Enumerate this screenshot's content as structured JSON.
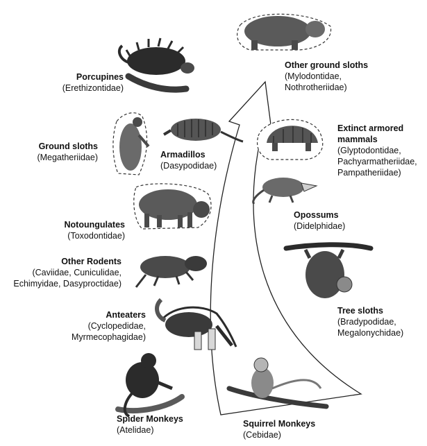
{
  "colors": {
    "ink": "#111111",
    "arrow_stroke": "#222222",
    "silhouette_dark": "#2b2b2b",
    "silhouette_mid": "#5a5a5a",
    "dashed_outline": "#333333"
  },
  "labels": {
    "porcupines": {
      "name": "Porcupines",
      "family": "(Erethizontidae)"
    },
    "ground_sloths": {
      "name": "Ground sloths",
      "family": "(Megatheriidae)"
    },
    "armadillos": {
      "name": "Armadillos",
      "family": "(Dasypodidae)"
    },
    "notoungulates": {
      "name": "Notoungulates",
      "family": "(Toxodontidae)"
    },
    "other_rodents": {
      "name": "Other Rodents",
      "family_lines": [
        "(Caviidae, Cuniculidae,",
        "Echimyidae, Dasyproctidae)"
      ]
    },
    "anteaters": {
      "name": "Anteaters",
      "family_lines": [
        "(Cyclopedidae,",
        "Myrmecophagidae)"
      ]
    },
    "spider_monkeys": {
      "name": "Spider Monkeys",
      "family": "(Atelidae)"
    },
    "squirrel_monkeys": {
      "name": "Squirrel Monkeys",
      "family": "(Cebidae)"
    },
    "other_ground_sloths": {
      "name": "Other ground sloths",
      "family_lines": [
        "(Mylodontidae,",
        "Nothrotheriidae)"
      ]
    },
    "extinct_armored": {
      "name_lines": [
        "Extinct armored",
        "mammals"
      ],
      "family_lines": [
        "(Glyptodontidae,",
        "Pachyarmatheriidae,",
        "Pampatheriidae)"
      ]
    },
    "opossums": {
      "name": "Opossums",
      "family": "(Didelphidae)"
    },
    "tree_sloths": {
      "name": "Tree sloths",
      "family_lines": [
        "(Bradypodidae,",
        "Megalonychidae)"
      ]
    }
  },
  "icons": [
    "porcupine-icon",
    "ground-sloth-icon",
    "armadillo-icon",
    "toxodon-icon",
    "rodent-icon",
    "anteater-icon",
    "spider-monkey-icon",
    "squirrel-monkey-icon",
    "mylodon-icon",
    "glyptodont-icon",
    "opossum-icon",
    "tree-sloth-icon",
    "curved-arrow-icon"
  ]
}
